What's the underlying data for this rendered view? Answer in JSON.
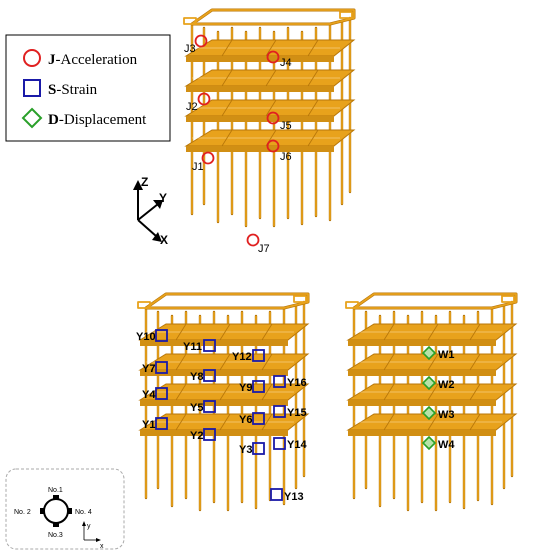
{
  "legend": {
    "items": [
      {
        "letter": "J",
        "text": "-Acceleration",
        "symbol": "circle",
        "color": "#e02020"
      },
      {
        "letter": "S",
        "text": "-Strain",
        "symbol": "square",
        "color": "#1a1aa8"
      },
      {
        "letter": "D",
        "text": "-Displacement",
        "symbol": "diamond",
        "color": "#2aa02a"
      }
    ]
  },
  "axes": {
    "z": "Z",
    "y": "Y",
    "x": "X"
  },
  "acceleration": {
    "color": "#e02020",
    "points": [
      {
        "label": "J1"
      },
      {
        "label": "J2"
      },
      {
        "label": "J3"
      },
      {
        "label": "J4"
      },
      {
        "label": "J5"
      },
      {
        "label": "J6"
      },
      {
        "label": "J7"
      }
    ]
  },
  "strain": {
    "color": "#1a1aa8",
    "points": [
      {
        "label": "Y1"
      },
      {
        "label": "Y2"
      },
      {
        "label": "Y3"
      },
      {
        "label": "Y4"
      },
      {
        "label": "Y5"
      },
      {
        "label": "Y6"
      },
      {
        "label": "Y7"
      },
      {
        "label": "Y8"
      },
      {
        "label": "Y9"
      },
      {
        "label": "Y10"
      },
      {
        "label": "Y11"
      },
      {
        "label": "Y12"
      },
      {
        "label": "Y13"
      },
      {
        "label": "Y14"
      },
      {
        "label": "Y15"
      },
      {
        "label": "Y16"
      }
    ]
  },
  "displacement": {
    "color": "#2aa02a",
    "points": [
      {
        "label": "W1"
      },
      {
        "label": "W2"
      },
      {
        "label": "W3"
      },
      {
        "label": "W4"
      }
    ]
  },
  "pipe_section": {
    "labels": [
      "No.1",
      "No. 2",
      "No.3",
      "No. 4"
    ],
    "axis_y": "y",
    "axis_x": "x"
  },
  "colors": {
    "structure": "#e8a21c",
    "structure_dark": "#b8770a"
  }
}
